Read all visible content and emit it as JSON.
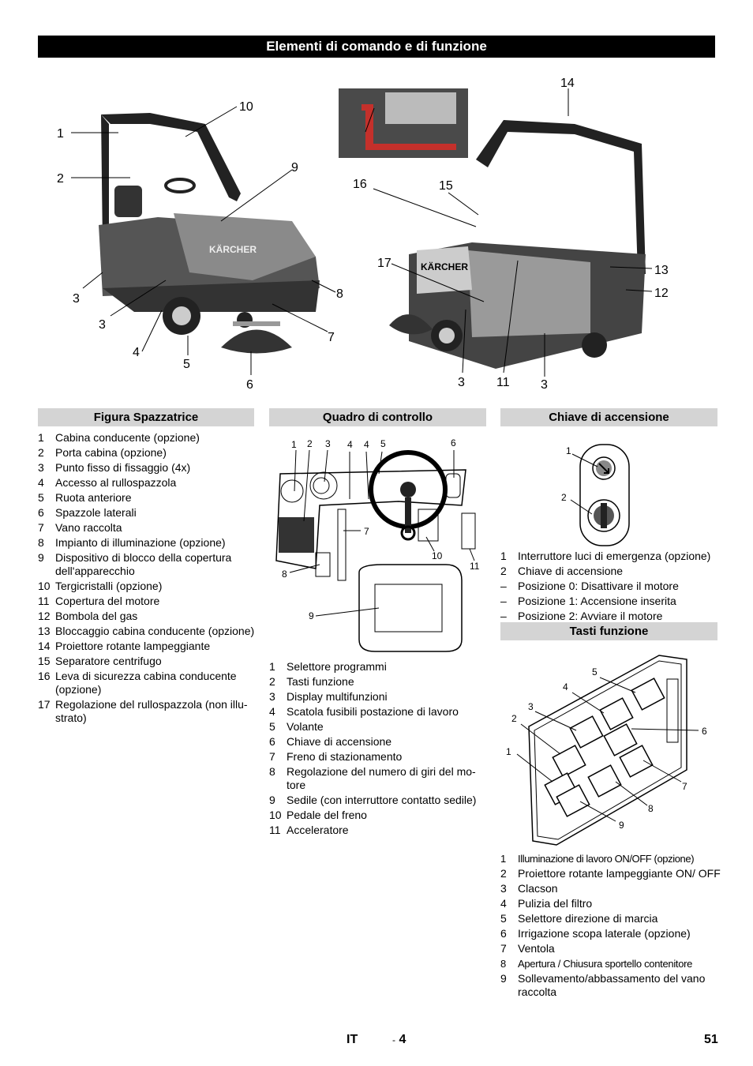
{
  "title": "Elementi di comando e di funzione",
  "fig1": {
    "callouts": [
      "1",
      "2",
      "3",
      "3",
      "4",
      "5",
      "6",
      "7",
      "8",
      "9",
      "10"
    ],
    "brand": "KÄRCHER"
  },
  "fig2": {
    "callouts": [
      "14",
      "16",
      "15",
      "17",
      "13",
      "12",
      "3",
      "11",
      "3"
    ],
    "brand": "KÄRCHER"
  },
  "dash": {
    "callouts": [
      "1",
      "2",
      "3",
      "4",
      "4",
      "5",
      "6",
      "7",
      "8",
      "9",
      "10",
      "11"
    ]
  },
  "key_fig": {
    "callouts": [
      "1",
      "2"
    ]
  },
  "buttons_fig": {
    "callouts": [
      "5",
      "4",
      "3",
      "2",
      "1",
      "6",
      "7",
      "8",
      "9"
    ]
  },
  "sections": {
    "figura": {
      "heading": "Figura Spazzatrice",
      "items": [
        {
          "n": "1",
          "t": "Cabina conducente (opzione)"
        },
        {
          "n": "2",
          "t": "Porta cabina (opzione)"
        },
        {
          "n": "3",
          "t": "Punto fisso di fissaggio (4x)"
        },
        {
          "n": "4",
          "t": "Accesso al rullospazzola"
        },
        {
          "n": "5",
          "t": "Ruota anteriore"
        },
        {
          "n": "6",
          "t": "Spazzole laterali"
        },
        {
          "n": "7",
          "t": "Vano raccolta"
        },
        {
          "n": "8",
          "t": "Impianto di illuminazione (opzione)"
        },
        {
          "n": "9",
          "t": "Dispositivo di blocco della copertura dell'apparecchio"
        },
        {
          "n": "10",
          "t": "Tergicristalli (opzione)"
        },
        {
          "n": "11",
          "t": "Copertura del motore"
        },
        {
          "n": "12",
          "t": "Bombola del gas"
        },
        {
          "n": "13",
          "t": "Bloccaggio cabina conducente (opzione)"
        },
        {
          "n": "14",
          "t": "Proiettore rotante lampeggiante"
        },
        {
          "n": "15",
          "t": "Separatore centrifugo"
        },
        {
          "n": "16",
          "t": "Leva di sicurezza cabina conducente (opzione)"
        },
        {
          "n": "17",
          "t": "Regolazione del rullospazzola (non illu-strato)"
        }
      ]
    },
    "quadro": {
      "heading": "Quadro di controllo",
      "items": [
        {
          "n": "1",
          "t": "Selettore programmi"
        },
        {
          "n": "2",
          "t": "Tasti funzione"
        },
        {
          "n": "3",
          "t": "Display multifunzioni"
        },
        {
          "n": "4",
          "t": "Scatola fusibili postazione di lavoro"
        },
        {
          "n": "5",
          "t": "Volante"
        },
        {
          "n": "6",
          "t": "Chiave di accensione"
        },
        {
          "n": "7",
          "t": "Freno di stazionamento"
        },
        {
          "n": "8",
          "t": "Regolazione del numero di giri del mo-tore"
        },
        {
          "n": "9",
          "t": "Sedile (con interruttore contatto sedile)"
        },
        {
          "n": "10",
          "t": "Pedale del freno"
        },
        {
          "n": "11",
          "t": "Acceleratore"
        }
      ]
    },
    "chiave": {
      "heading": "Chiave di accensione",
      "items": [
        {
          "n": "1",
          "t": "Interruttore luci di emergenza (opzione)"
        },
        {
          "n": "2",
          "t": "Chiave di accensione"
        },
        {
          "n": "–",
          "t": "Posizione 0: Disattivare il motore"
        },
        {
          "n": "–",
          "t": "Posizione 1: Accensione inserita"
        },
        {
          "n": "–",
          "t": "Posizione 2: Avviare il motore"
        }
      ]
    },
    "tasti": {
      "heading": "Tasti funzione",
      "items": [
        {
          "n": "1",
          "t": "Illuminazione di lavoro ON/OFF (opzione)"
        },
        {
          "n": "2",
          "t": "Proiettore rotante lampeggiante ON/ OFF"
        },
        {
          "n": "3",
          "t": "Clacson"
        },
        {
          "n": "4",
          "t": "Pulizia del filtro"
        },
        {
          "n": "5",
          "t": "Selettore direzione di marcia"
        },
        {
          "n": "6",
          "t": "Irrigazione scopa laterale (opzione)"
        },
        {
          "n": "7",
          "t": "Ventola"
        },
        {
          "n": "8",
          "t": "Apertura / Chiusura sportello contenitore"
        },
        {
          "n": "9",
          "t": "Sollevamento/abbassamento del vano raccolta"
        }
      ]
    }
  },
  "footer": {
    "lang": "IT",
    "dash": "-",
    "sub": "4",
    "page": "51"
  }
}
